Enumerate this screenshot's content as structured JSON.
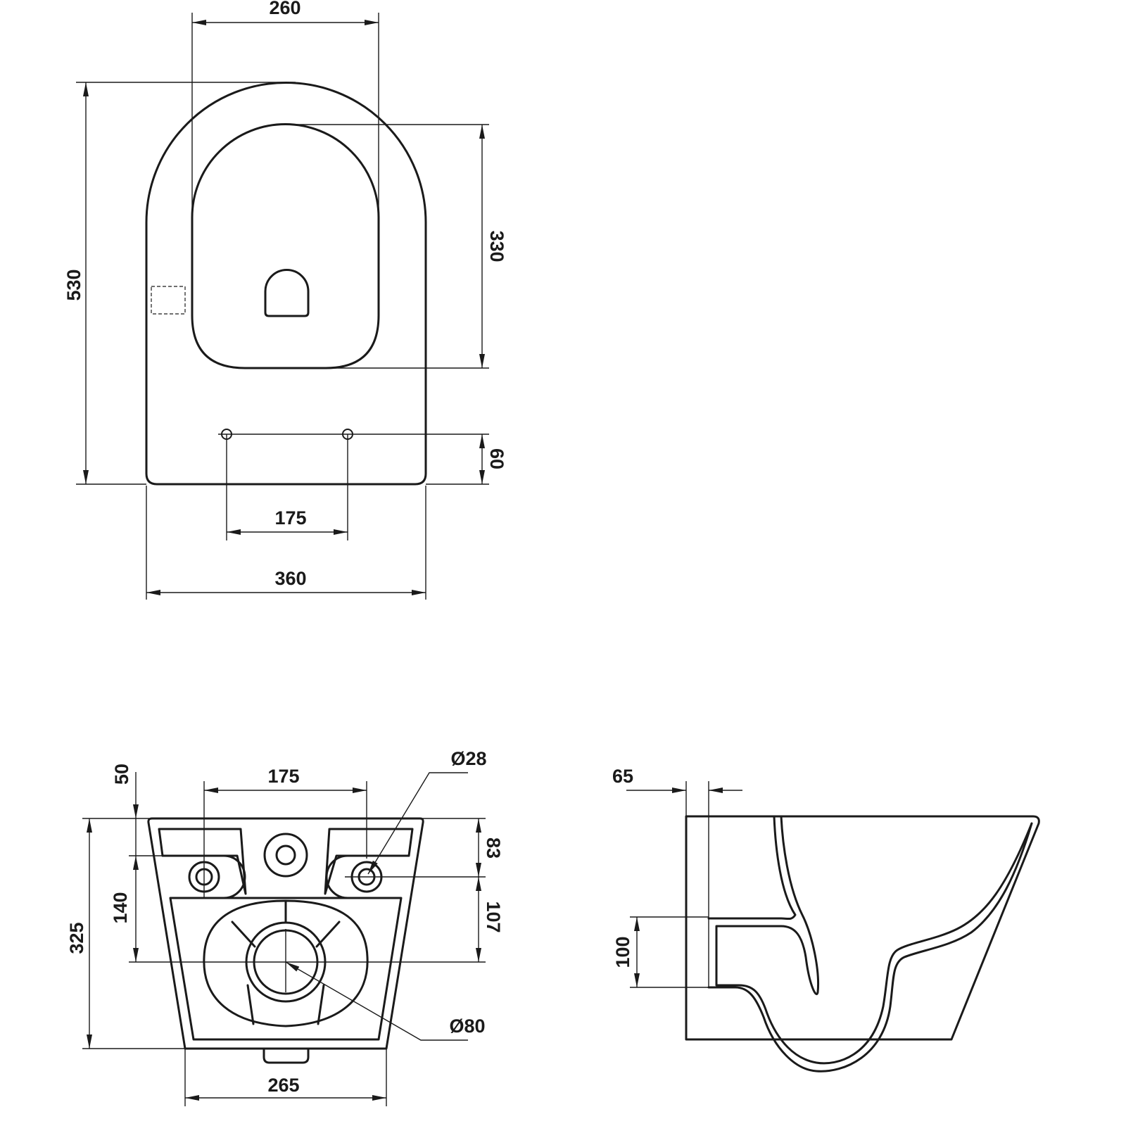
{
  "top_view": {
    "dims": {
      "seat_width": "260",
      "total_length": "530",
      "seat_length": "330",
      "hole_offset": "60",
      "hole_spacing": "175",
      "total_width": "360"
    }
  },
  "back_view": {
    "dims": {
      "top_offset": "50",
      "hole_spacing": "175",
      "hole_diameter": "Ø28",
      "hole_height": "83",
      "outlet_height": "140",
      "height": "325",
      "outlet_offset": "107",
      "outlet_diameter": "Ø80",
      "bottom_width": "265"
    }
  },
  "side_view": {
    "dims": {
      "wall_offset": "65",
      "outlet_height": "100"
    }
  }
}
